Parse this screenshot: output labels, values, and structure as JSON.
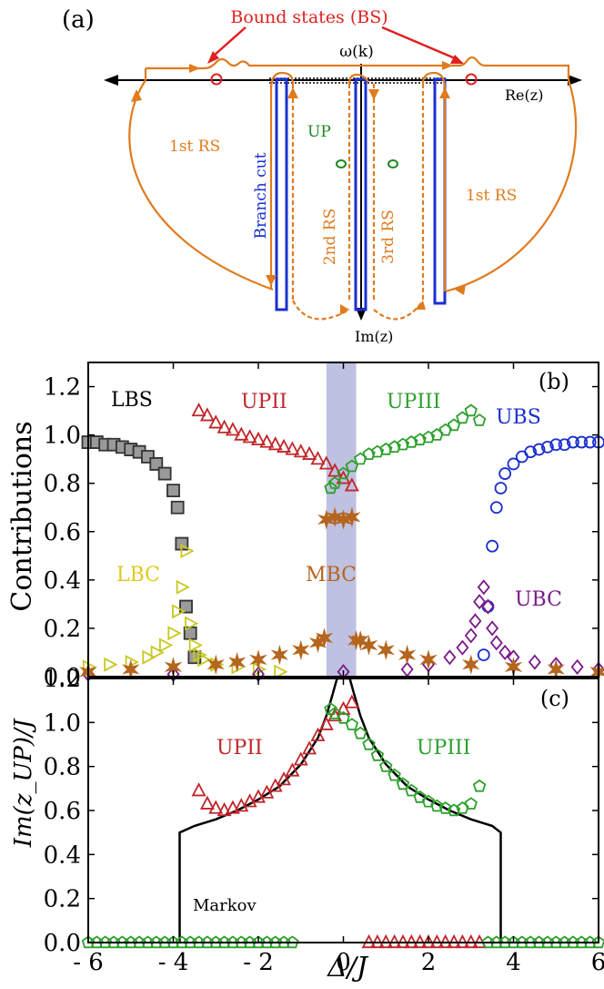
{
  "panel_a": {
    "label": "(a)",
    "bs_label": "Bound states (BS)",
    "omega_label": "ω(k)",
    "re_label": "Re(z)",
    "im_label": "Im(z)",
    "up_label": "UP",
    "branch_cut_label": "Branch cut",
    "rs1_left": "1st RS",
    "rs1_right": "1st RS",
    "rs2": "2nd RS",
    "rs3": "3rd RS",
    "colors": {
      "contour": "#e07b1e",
      "bs": "#e02020",
      "cut": "#1a2fd0",
      "up": "#1d8a1d",
      "axis": "#000000"
    }
  },
  "chart_data": [
    {
      "type": "scatter",
      "panel_label": "(b)",
      "ylabel": "Contributions",
      "xlim": [
        -6,
        6
      ],
      "ylim": [
        0,
        1.3
      ],
      "yticks": [
        0.0,
        0.2,
        0.4,
        0.6,
        0.8,
        1.0,
        1.2
      ],
      "shaded_region": [
        -0.4,
        0.3
      ],
      "series": [
        {
          "name": "LBS",
          "marker": "square",
          "color": "#7f7f7f",
          "x": [
            -6.0,
            -5.8,
            -5.6,
            -5.4,
            -5.2,
            -5.0,
            -4.8,
            -4.6,
            -4.4,
            -4.2,
            -4.0,
            -3.9,
            -3.8,
            -3.7,
            -3.6,
            -3.5
          ],
          "y": [
            0.97,
            0.97,
            0.96,
            0.96,
            0.95,
            0.94,
            0.93,
            0.91,
            0.88,
            0.84,
            0.77,
            0.7,
            0.55,
            0.29,
            0.18,
            0.08
          ]
        },
        {
          "name": "UBS",
          "marker": "circle",
          "color": "#1a2fd0",
          "x": [
            3.3,
            3.4,
            3.5,
            3.6,
            3.7,
            3.8,
            4.0,
            4.2,
            4.4,
            4.6,
            4.8,
            5.0,
            5.2,
            5.4,
            5.6,
            5.8,
            6.0
          ],
          "y": [
            0.09,
            0.29,
            0.54,
            0.7,
            0.78,
            0.84,
            0.88,
            0.91,
            0.93,
            0.94,
            0.95,
            0.96,
            0.96,
            0.97,
            0.97,
            0.97,
            0.97
          ]
        },
        {
          "name": "UPII",
          "marker": "triangle-up",
          "color": "#c0262a",
          "x": [
            -3.4,
            -3.2,
            -3.0,
            -2.8,
            -2.6,
            -2.4,
            -2.2,
            -2.0,
            -1.8,
            -1.6,
            -1.4,
            -1.2,
            -1.0,
            -0.8,
            -0.6,
            -0.4,
            -0.2,
            0.0,
            0.2
          ],
          "y": [
            1.1,
            1.08,
            1.05,
            1.03,
            1.02,
            1.0,
            0.99,
            0.98,
            0.97,
            0.96,
            0.95,
            0.94,
            0.93,
            0.92,
            0.9,
            0.88,
            0.85,
            0.82,
            0.79
          ]
        },
        {
          "name": "UPIII",
          "marker": "pentagon",
          "color": "#2ca02c",
          "x": [
            -0.3,
            -0.2,
            0.0,
            0.2,
            0.4,
            0.6,
            0.8,
            1.0,
            1.2,
            1.4,
            1.6,
            1.8,
            2.0,
            2.2,
            2.4,
            2.6,
            2.8,
            3.0,
            3.2
          ],
          "y": [
            0.78,
            0.8,
            0.84,
            0.87,
            0.9,
            0.92,
            0.93,
            0.94,
            0.95,
            0.96,
            0.97,
            0.98,
            0.99,
            1.0,
            1.02,
            1.04,
            1.07,
            1.1,
            1.06
          ]
        },
        {
          "name": "LBC",
          "marker": "triangle-right",
          "color": "#c8c820",
          "x": [
            -6.0,
            -5.5,
            -5.0,
            -4.6,
            -4.4,
            -4.2,
            -4.0,
            -3.9,
            -3.8,
            -3.7,
            -3.6,
            -3.5,
            -3.4,
            -3.3,
            -3.0,
            -2.5,
            -2.0,
            -1.5
          ],
          "y": [
            0.04,
            0.05,
            0.06,
            0.08,
            0.1,
            0.13,
            0.18,
            0.27,
            0.37,
            0.52,
            0.22,
            0.13,
            0.09,
            0.07,
            0.05,
            0.04,
            0.03,
            0.02
          ]
        },
        {
          "name": "UBC",
          "marker": "diamond",
          "color": "#7b1a8a",
          "x": [
            -6.0,
            -4.0,
            -2.0,
            0.0,
            1.5,
            2.0,
            2.5,
            2.8,
            3.0,
            3.1,
            3.2,
            3.3,
            3.4,
            3.5,
            3.6,
            3.8,
            4.0,
            4.5,
            5.0,
            5.5,
            6.0
          ],
          "y": [
            0.01,
            0.01,
            0.01,
            0.02,
            0.03,
            0.05,
            0.08,
            0.12,
            0.17,
            0.23,
            0.31,
            0.37,
            0.29,
            0.2,
            0.14,
            0.1,
            0.08,
            0.06,
            0.05,
            0.04,
            0.03
          ]
        },
        {
          "name": "MBC",
          "marker": "star",
          "color": "#b5651d",
          "x": [
            -6.0,
            -5.0,
            -4.0,
            -3.0,
            -2.5,
            -2.0,
            -1.5,
            -1.0,
            -0.6,
            -0.45,
            -0.4,
            -0.2,
            0.0,
            0.2,
            0.3,
            0.4,
            0.6,
            1.0,
            1.5,
            2.0,
            3.0,
            4.0,
            5.0,
            6.0
          ],
          "y": [
            0.02,
            0.03,
            0.04,
            0.05,
            0.06,
            0.07,
            0.09,
            0.11,
            0.14,
            0.16,
            0.65,
            0.66,
            0.65,
            0.66,
            0.15,
            0.15,
            0.13,
            0.11,
            0.09,
            0.07,
            0.05,
            0.04,
            0.03,
            0.02
          ]
        }
      ]
    },
    {
      "type": "scatter",
      "panel_label": "(c)",
      "ylabel": "Im(z_UP)/J",
      "xlabel": "Δ/J",
      "xlim": [
        -6,
        6
      ],
      "ylim": [
        0,
        1.2
      ],
      "xticks": [
        -6,
        -4,
        -2,
        0,
        2,
        4,
        6
      ],
      "yticks": [
        0.0,
        0.2,
        0.4,
        0.6,
        0.8,
        1.0,
        1.2
      ],
      "line_label": "Markov",
      "markov_curve": {
        "x": [
          -3.85,
          -3.85,
          -3.5,
          -3.0,
          -2.5,
          -2.0,
          -1.5,
          -1.0,
          -0.6,
          -0.4,
          -0.25,
          -0.15,
          0.15,
          0.25,
          0.4,
          0.6,
          1.0,
          1.5,
          2.0,
          2.5,
          3.0,
          3.5,
          3.7,
          3.7
        ],
        "y": [
          0.0,
          0.5,
          0.53,
          0.56,
          0.6,
          0.65,
          0.71,
          0.81,
          0.93,
          1.03,
          1.13,
          1.2,
          1.2,
          1.13,
          1.03,
          0.93,
          0.81,
          0.71,
          0.65,
          0.6,
          0.56,
          0.53,
          0.5,
          0.0
        ]
      },
      "series": [
        {
          "name": "UPII",
          "marker": "triangle-up",
          "color": "#c0262a",
          "x": [
            -3.4,
            -3.2,
            -3.0,
            -2.8,
            -2.6,
            -2.4,
            -2.2,
            -2.0,
            -1.8,
            -1.6,
            -1.4,
            -1.2,
            -1.0,
            -0.8,
            -0.6,
            -0.4,
            -0.2,
            0.0,
            0.2
          ],
          "y": [
            0.69,
            0.63,
            0.61,
            0.6,
            0.61,
            0.62,
            0.64,
            0.66,
            0.68,
            0.71,
            0.74,
            0.78,
            0.83,
            0.88,
            0.94,
            0.99,
            1.03,
            1.06,
            1.09
          ]
        },
        {
          "name": "UPII-zero",
          "marker": "triangle-up",
          "color": "#c0262a",
          "x": [
            0.6,
            0.8,
            1.0,
            1.2,
            1.4,
            1.6,
            1.8,
            2.0,
            2.2,
            2.4,
            2.6,
            2.8,
            3.0,
            3.2
          ],
          "y": [
            0,
            0,
            0,
            0,
            0,
            0,
            0,
            0,
            0,
            0,
            0,
            0,
            0,
            0
          ]
        },
        {
          "name": "UPIII",
          "marker": "pentagon",
          "color": "#2ca02c",
          "x": [
            -0.3,
            -0.2,
            0.0,
            0.2,
            0.4,
            0.6,
            0.8,
            1.0,
            1.2,
            1.4,
            1.6,
            1.8,
            2.0,
            2.2,
            2.4,
            2.6,
            2.8,
            3.0,
            3.2
          ],
          "y": [
            1.06,
            1.04,
            1.02,
            0.99,
            0.95,
            0.9,
            0.85,
            0.8,
            0.76,
            0.72,
            0.69,
            0.66,
            0.64,
            0.62,
            0.61,
            0.6,
            0.61,
            0.63,
            0.71
          ]
        },
        {
          "name": "UPIII-zero",
          "marker": "pentagon",
          "color": "#2ca02c",
          "x": [
            -6.0,
            -5.8,
            -5.6,
            -5.4,
            -5.2,
            -5.0,
            -4.8,
            -4.6,
            -4.4,
            -4.2,
            -4.0,
            -3.8,
            -3.6,
            -3.4,
            -3.2,
            -3.0,
            -2.8,
            -2.6,
            -2.4,
            -2.2,
            -2.0,
            -1.8,
            -1.6,
            -1.4,
            -1.2,
            3.4,
            3.6,
            3.8,
            4.0,
            4.2,
            4.4,
            4.6,
            4.8,
            5.0,
            5.2,
            5.4,
            5.6,
            5.8,
            6.0
          ],
          "y": [
            0,
            0,
            0,
            0,
            0,
            0,
            0,
            0,
            0,
            0,
            0,
            0,
            0,
            0,
            0,
            0,
            0,
            0,
            0,
            0,
            0,
            0,
            0,
            0,
            0,
            0,
            0,
            0,
            0,
            0,
            0,
            0,
            0,
            0,
            0,
            0,
            0,
            0,
            0
          ]
        }
      ]
    }
  ]
}
